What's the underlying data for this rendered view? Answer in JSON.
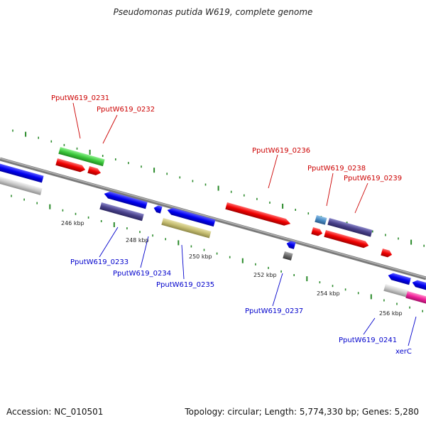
{
  "title": "Pseudomonas putida W619, complete genome",
  "footer": {
    "accession": "Accession: NC_010501",
    "topology": "Topology: circular; Length: 5,774,330 bp; Genes: 5,280"
  },
  "scale_labels": [
    "246 kbp",
    "248 kbp",
    "250 kbp",
    "252 kbp",
    "254 kbp",
    "256 kbp"
  ],
  "gene_labels": {
    "g0231": "PputW619_0231",
    "g0232": "PputW619_0232",
    "g0236": "PputW619_0236",
    "g0238": "PputW619_0238",
    "g0239": "PputW619_0239",
    "g0233": "PputW619_0233",
    "g0234": "PputW619_0234",
    "g0235": "PputW619_0235",
    "g0237": "PputW619_0237",
    "g0241": "PputW619_0241",
    "xerC": "xerC"
  },
  "colors": {
    "forward_label": "#cc0000",
    "reverse_label": "#0000cc",
    "backbone": "#808080",
    "tick": "#2a8a2a"
  }
}
